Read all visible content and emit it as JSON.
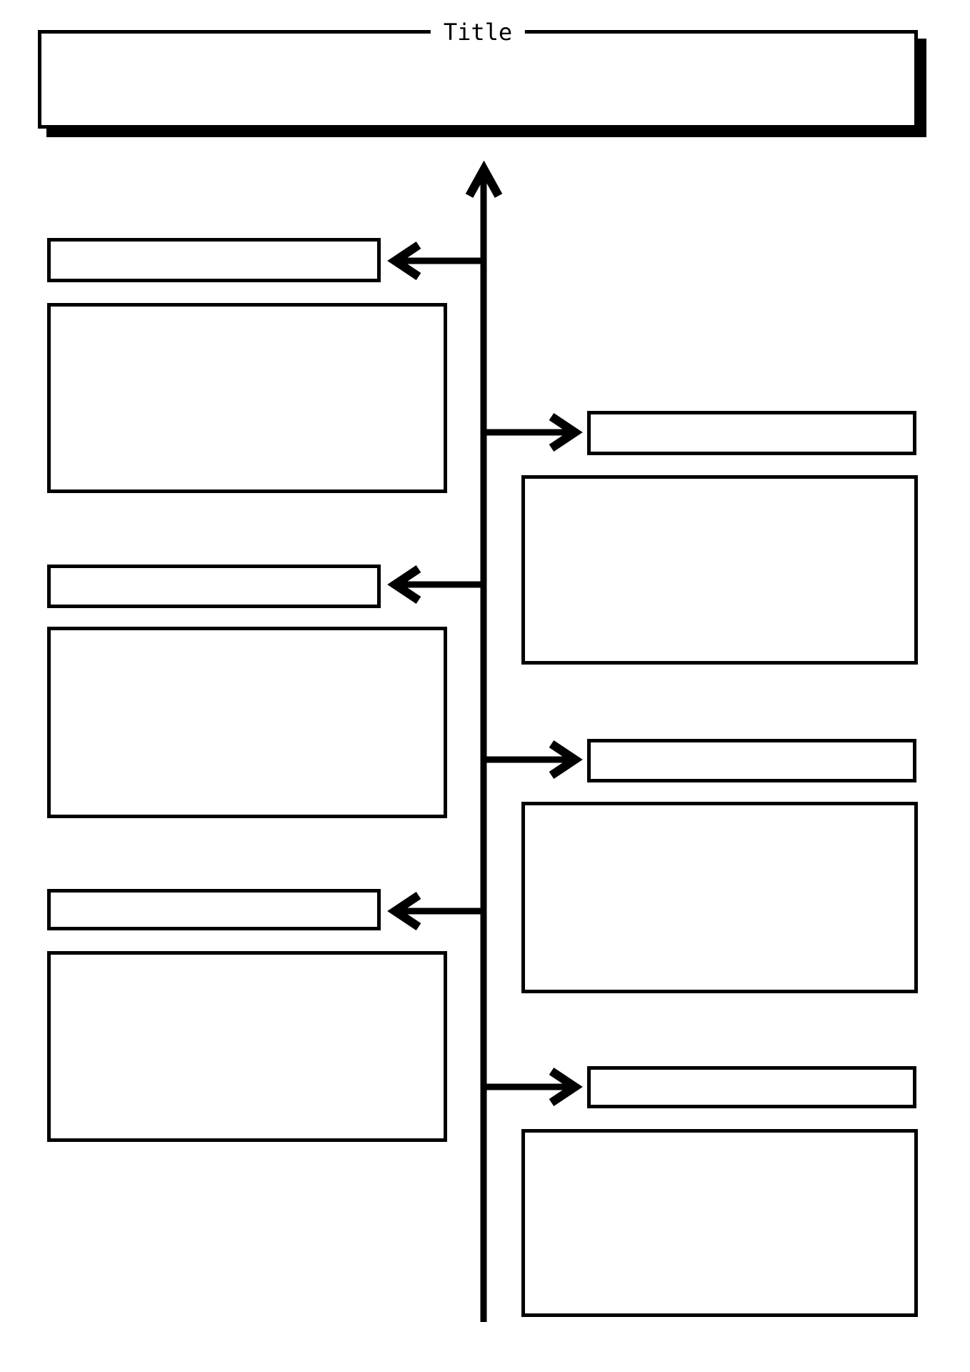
{
  "colors": {
    "ink": "#000000",
    "paper": "#ffffff"
  },
  "title": {
    "text": "Title"
  },
  "timeline": {
    "orientation": "vertical",
    "axis_arrow_direction": "up",
    "left_sections": [
      {
        "label": "",
        "body": ""
      },
      {
        "label": "",
        "body": ""
      },
      {
        "label": "",
        "body": ""
      }
    ],
    "right_sections": [
      {
        "label": "",
        "body": ""
      },
      {
        "label": "",
        "body": ""
      },
      {
        "label": "",
        "body": ""
      }
    ]
  },
  "icons": {
    "axis_arrowhead": "arrow-up-icon",
    "left_connector": "arrow-left-icon",
    "right_connector": "arrow-right-icon"
  }
}
